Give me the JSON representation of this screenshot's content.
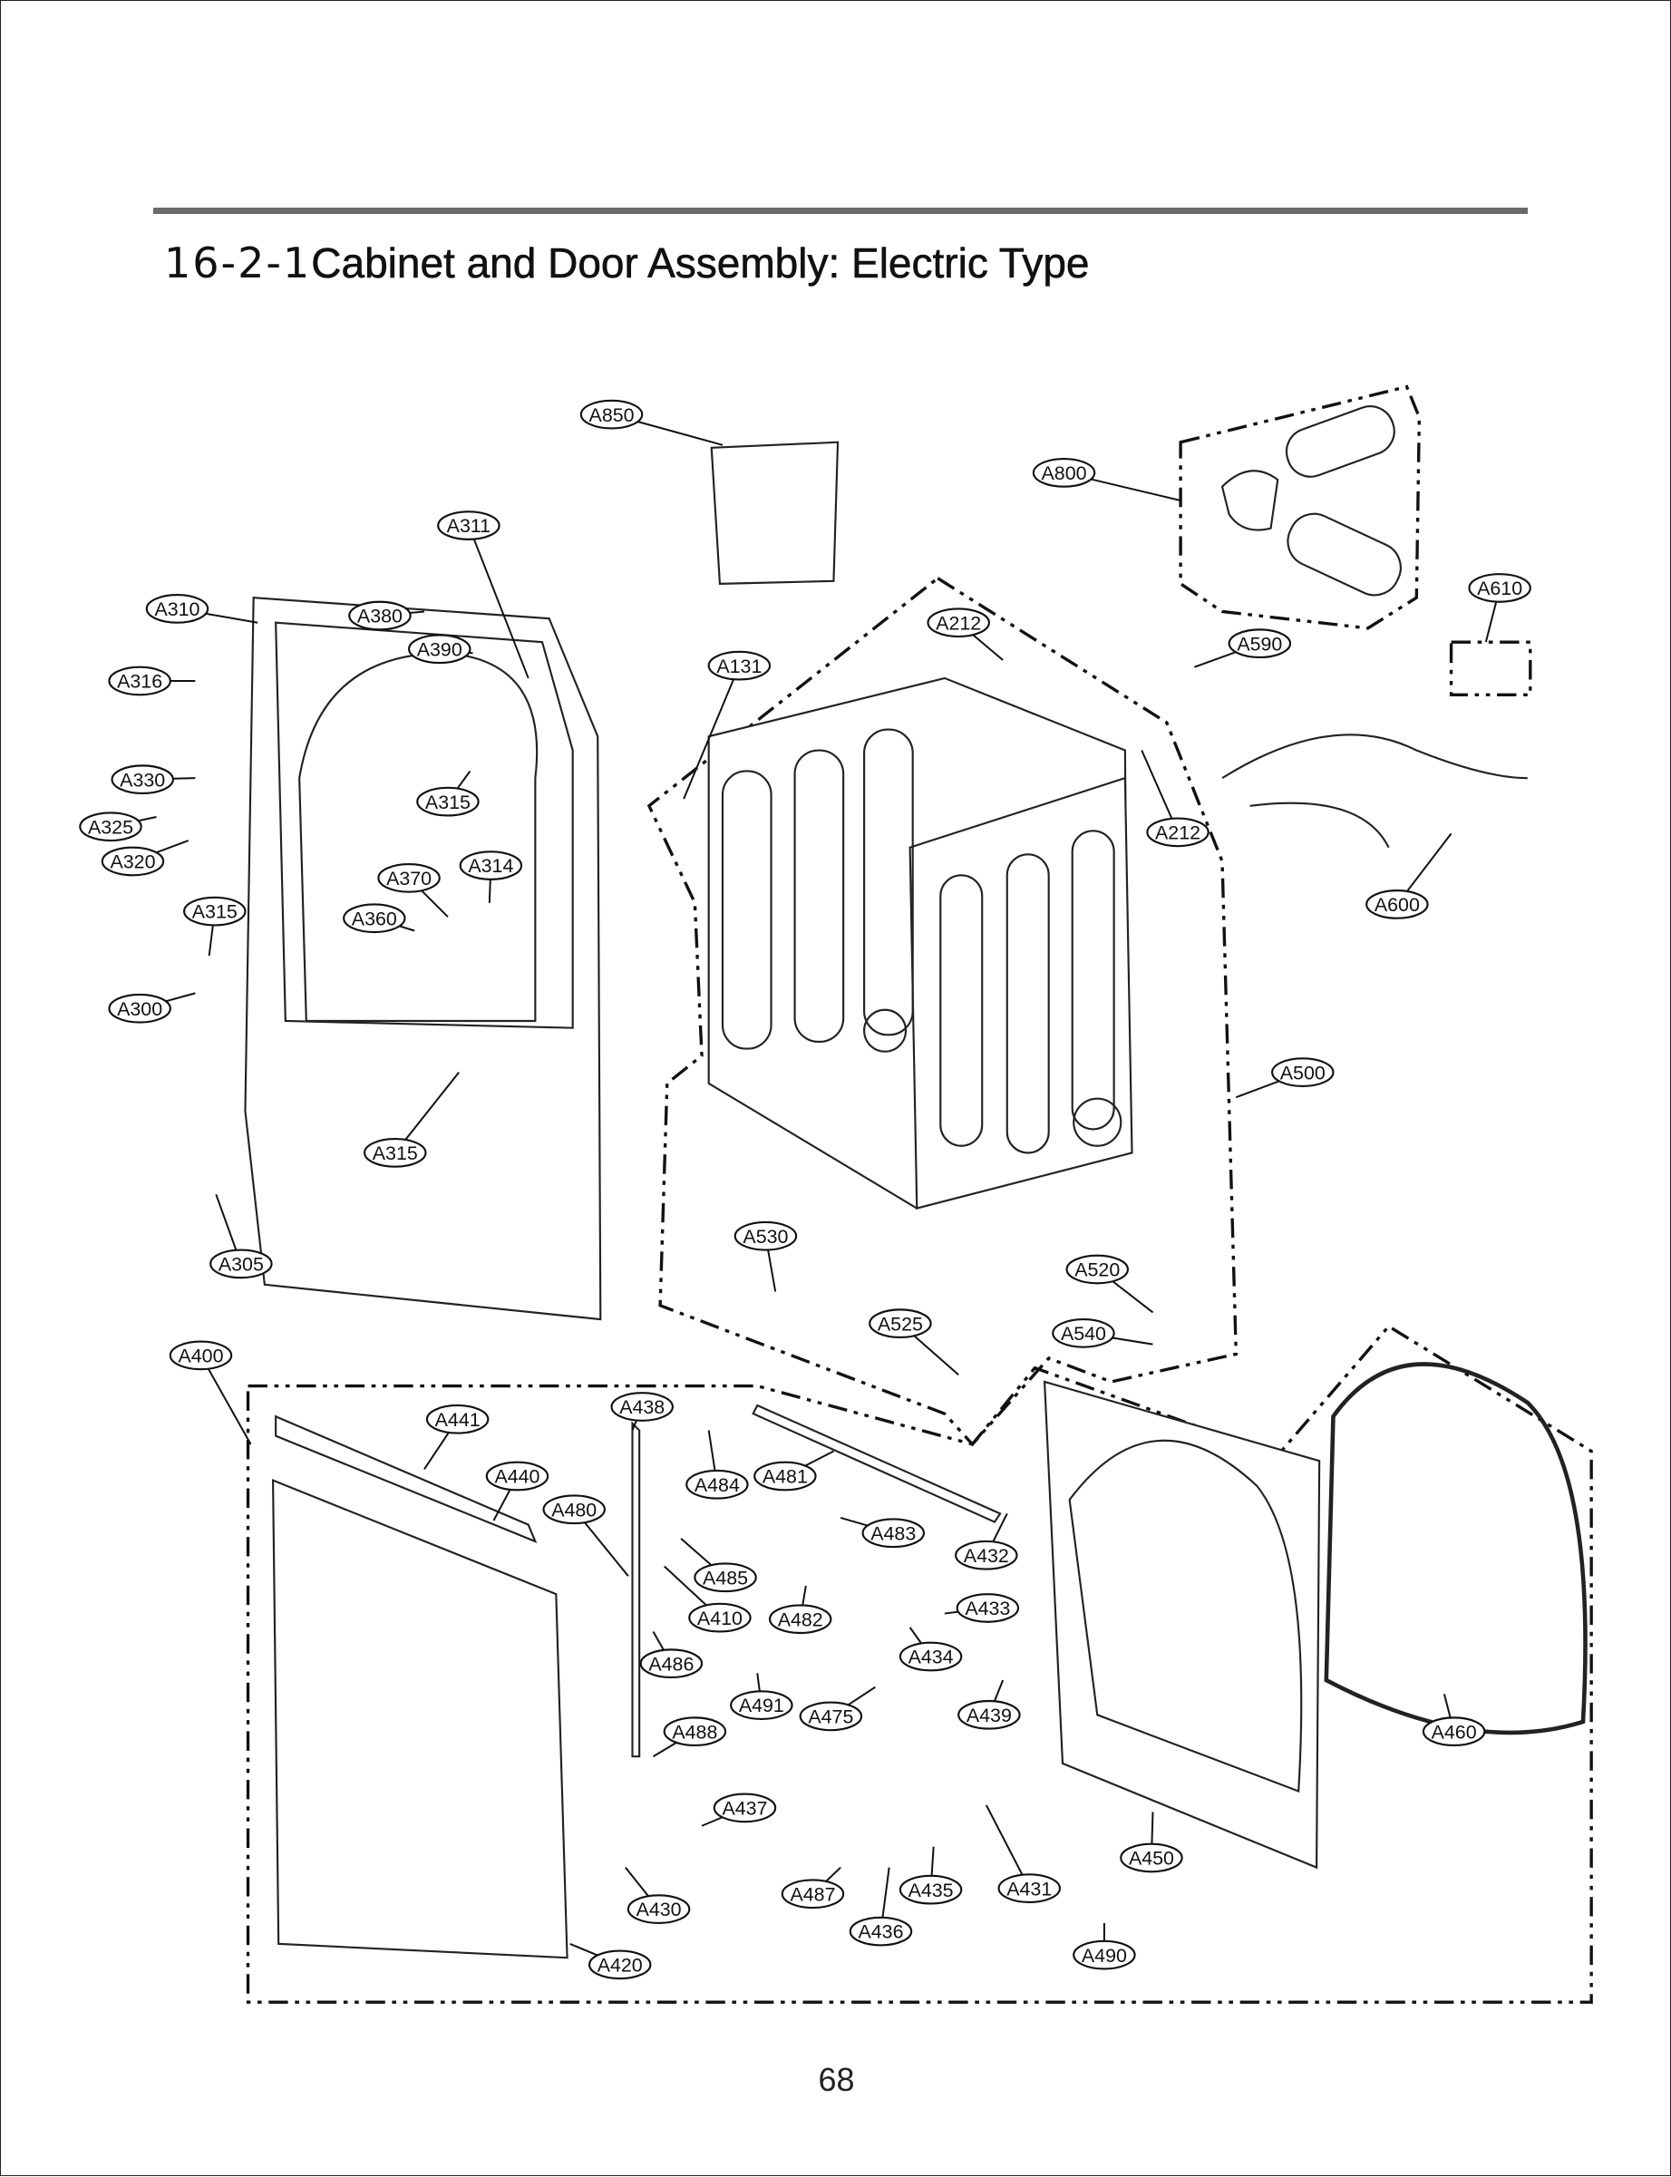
{
  "header": {
    "section_number": "16-2-1",
    "title": "Cabinet and Door Assembly: Electric Type"
  },
  "part_labels": [
    "A850",
    "A800",
    "A311",
    "A310",
    "A380",
    "A390",
    "A316",
    "A131",
    "A212",
    "A590",
    "A610",
    "A330",
    "A315",
    "A325",
    "A320",
    "A212",
    "A370",
    "A314",
    "A360",
    "A315",
    "A600",
    "A300",
    "A500",
    "A315",
    "A305",
    "A530",
    "A520",
    "A525",
    "A540",
    "A400",
    "A441",
    "A438",
    "A440",
    "A484",
    "A481",
    "A480",
    "A483",
    "A432",
    "A485",
    "A433",
    "A410",
    "A482",
    "A434",
    "A486",
    "A491",
    "A475",
    "A439",
    "A460",
    "A488",
    "A437",
    "A450",
    "A431",
    "A435",
    "A487",
    "A430",
    "A436",
    "A490",
    "A420"
  ],
  "footer": {
    "page_number": "68"
  }
}
